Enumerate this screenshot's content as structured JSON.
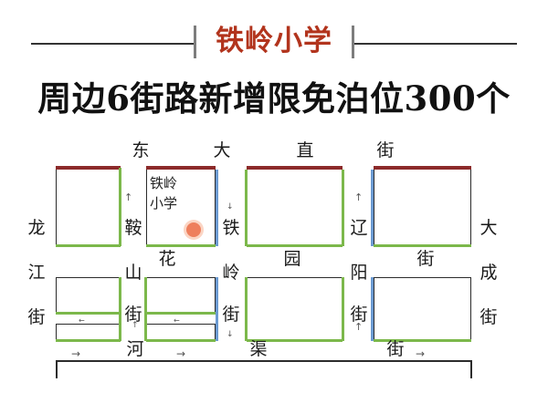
{
  "header": {
    "section_title": "铁岭小学",
    "headline": "周边6街路新增限免泊位300个"
  },
  "map": {
    "school_label_line1": "铁岭",
    "school_label_line2": "小学",
    "roads": {
      "dongdazhi": [
        "东",
        "大",
        "直",
        "街"
      ],
      "longjiang": [
        "龙",
        "江",
        "街"
      ],
      "anshan": [
        "鞍",
        "山",
        "街"
      ],
      "tieling": [
        "铁",
        "岭",
        "街"
      ],
      "liaoyang": [
        "辽",
        "阳",
        "街"
      ],
      "dacheng": [
        "大",
        "成",
        "街"
      ],
      "huayuan": [
        "花",
        "园",
        "街"
      ],
      "hequ": [
        "河",
        "渠",
        "街"
      ]
    },
    "arrows": {
      "up": "↑",
      "down": "↓",
      "left": "←",
      "right": "→"
    },
    "colors": {
      "title_red": "#b2341d",
      "block_top_red": "#8c2a2a",
      "parking_green": "#7cb84b",
      "parking_blue": "#6b9ad1",
      "school_marker": "#ee7f5d"
    }
  }
}
